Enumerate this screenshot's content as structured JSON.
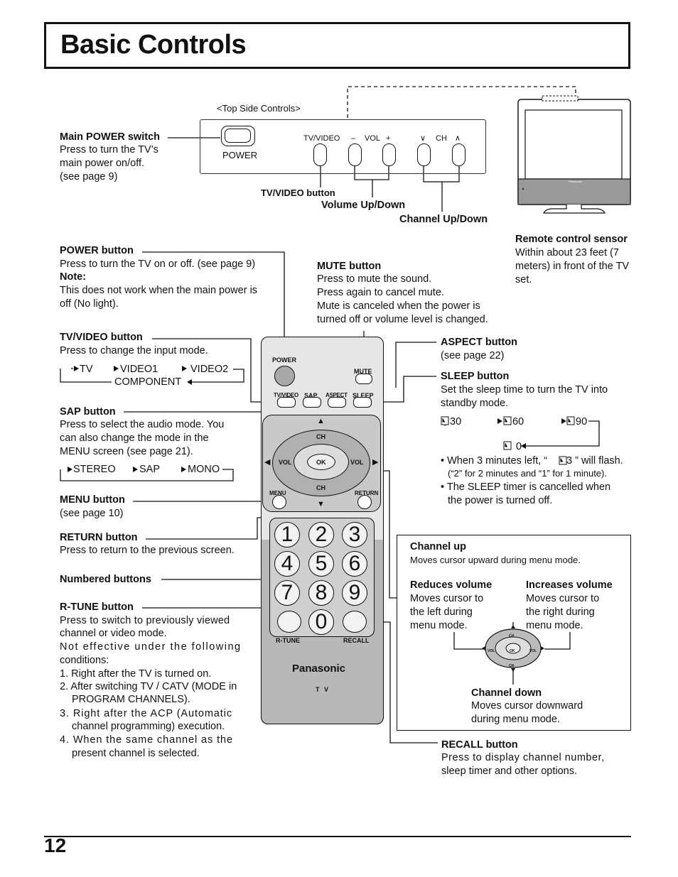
{
  "page": {
    "title": "Basic Controls",
    "page_number": "12"
  },
  "top_panel": {
    "caption": "<Top Side Controls>",
    "power_label": "POWER",
    "tvvideo_label": "TV/VIDEO",
    "vol_minus": "–",
    "vol_label": "VOL",
    "vol_plus": "+",
    "ch_down": "∨",
    "ch_label": "CH",
    "ch_up": "∧",
    "callout_tvvideo": "TV/VIDEO button",
    "callout_volume": "Volume Up/Down",
    "callout_channel": "Channel Up/Down"
  },
  "main_power": {
    "heading": "Main POWER switch",
    "lines": [
      "Press to turn the TV’s",
      "main power on/off.",
      "(see page 9)"
    ]
  },
  "tv_set": {
    "brand": "Panasonic"
  },
  "remote_sensor": {
    "heading": "Remote control sensor",
    "lines": [
      "Within about 23 feet (7",
      "meters) in front of the TV",
      "set."
    ]
  },
  "power_button": {
    "heading": "POWER button",
    "line1": "Press to turn the TV on or off. (see page 9)",
    "note": "Note:",
    "lines": [
      "This does not work when the main power is",
      "off (No light)."
    ]
  },
  "mute_button": {
    "heading": "MUTE button",
    "lines": [
      "Press to mute the sound.",
      "Press again to cancel mute.",
      "Mute is canceled when the power is",
      "turned off or volume level is changed."
    ]
  },
  "tvvideo_button": {
    "heading": "TV/VIDEO button",
    "line1": "Press to change the input mode.",
    "cycle": [
      "TV",
      "VIDEO1",
      "VIDEO2",
      "COMPONENT"
    ]
  },
  "aspect_button": {
    "heading": "ASPECT button",
    "line1": "(see page 22)"
  },
  "sleep_button": {
    "heading": "SLEEP button",
    "lines": [
      "Set the sleep time to turn the TV into",
      "standby mode."
    ],
    "cycle": [
      "30",
      "60",
      "90",
      "0"
    ],
    "bullet1_a": "• When 3 minutes left, “",
    "bullet1_b": " 3 ” will flash.",
    "bullet1_c": "(“2”  for 2 minutes and “1”  for 1 minute).",
    "bullet2_a": "• The SLEEP timer is cancelled when",
    "bullet2_b": "the power is turned off."
  },
  "sap_button": {
    "heading": "SAP button",
    "lines": [
      "Press to select the audio mode. You",
      "can also change the mode in the",
      "MENU screen (see page 21)."
    ],
    "cycle": [
      "STEREO",
      "SAP",
      "MONO"
    ]
  },
  "menu_button": {
    "heading": "MENU button",
    "line1": "(see page 10)"
  },
  "return_button": {
    "heading": "RETURN button",
    "line1": "Press to return to the previous screen."
  },
  "numbered_buttons": {
    "heading": "Numbered buttons"
  },
  "rtune_button": {
    "heading": "R-TUNE button",
    "lines": [
      "Press to switch to previously viewed",
      "channel or video mode.",
      "Not effective under the following",
      "conditions:"
    ],
    "items": [
      [
        "1. Right after the TV is turned on."
      ],
      [
        "2. After switching TV / CATV (MODE in",
        "PROGRAM CHANNELS)."
      ],
      [
        "3. Right after the ACP (Automatic",
        "channel programming) execution."
      ],
      [
        "4. When the same channel as the",
        "present channel is selected."
      ]
    ]
  },
  "recall_button": {
    "heading": "RECALL button",
    "lines": [
      "Press to display channel number,",
      "sleep timer and other options."
    ]
  },
  "remote": {
    "power": "POWER",
    "mute": "MUTE",
    "tvvideo": "TV/VIDEO",
    "sap": "SAP",
    "aspect": "ASPECT",
    "sleep": "SLEEP",
    "ch": "CH",
    "vol": "VOL",
    "ok": "OK",
    "menu": "MENU",
    "return": "RETURN",
    "digits": [
      "1",
      "2",
      "3",
      "4",
      "5",
      "6",
      "7",
      "8",
      "9",
      "0"
    ],
    "rtune": "R-TUNE",
    "recall": "RECALL",
    "brand": "Panasonic",
    "model": "T V"
  },
  "menu_inset": {
    "ch_up_heading": "Channel up",
    "ch_up_text": "Moves cursor upward during menu mode.",
    "vol_down_heading": "Reduces volume",
    "vol_down_lines": [
      "Moves cursor to",
      "the left during",
      "menu mode."
    ],
    "vol_up_heading": "Increases volume",
    "vol_up_lines": [
      "Moves cursor to",
      "the right during",
      "menu mode."
    ],
    "ch_down_heading": "Channel down",
    "ch_down_lines": [
      "Moves cursor downward",
      "during menu mode."
    ]
  }
}
